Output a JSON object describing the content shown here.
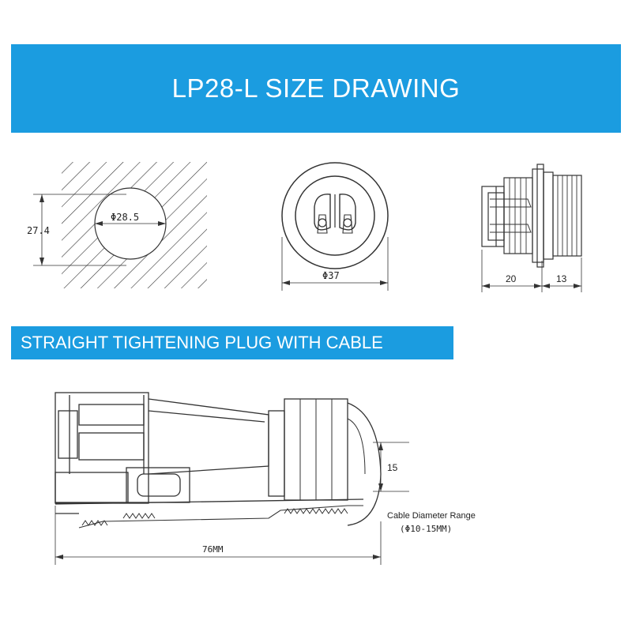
{
  "header": {
    "title": "LP28-L SIZE DRAWING"
  },
  "panel_cutout": {
    "height_label": "27.4",
    "hole_label": "Φ28.5"
  },
  "front_view": {
    "diameter_label": "Φ37"
  },
  "side_view": {
    "dim_left": "20",
    "dim_right": "13"
  },
  "section": {
    "title": "STRAIGHT TIGHTENING PLUG WITH CABLE"
  },
  "plug_drawing": {
    "height_label": "15",
    "cable_range_title": "Cable Diameter Range",
    "cable_range_value": "(Φ10-15MM)",
    "length_label": "76MM"
  }
}
